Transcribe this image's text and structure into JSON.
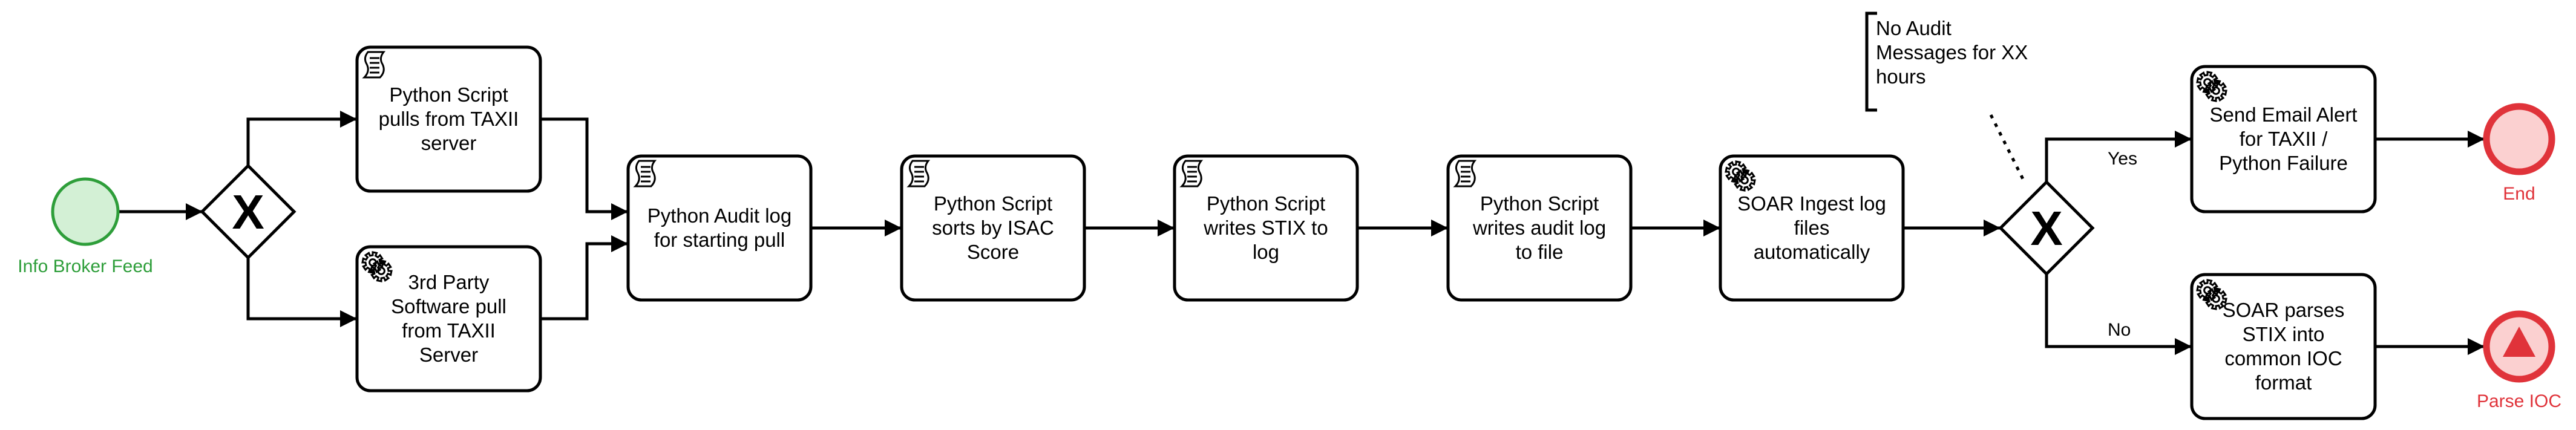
{
  "diagram": {
    "start_event": {
      "label": "Info Broker Feed",
      "color": "#2e9e3a",
      "fill": "#d3f0d5"
    },
    "end_event": {
      "label": "End",
      "color": "#e0333a",
      "fill": "#fbd0d0"
    },
    "parse_event": {
      "label": "Parse IOC",
      "color": "#e0333a",
      "fill": "#fbd0d0"
    },
    "tasks": {
      "t1": {
        "lines": [
          "Python Script",
          "pulls from TAXII",
          "server"
        ],
        "icon": "script-icon"
      },
      "t2": {
        "lines": [
          "3rd Party",
          "Software pull",
          "from TAXII",
          "Server"
        ],
        "icon": "gear-icon"
      },
      "t3": {
        "lines": [
          "Python Audit log",
          "for starting pull"
        ],
        "icon": "script-icon"
      },
      "t4": {
        "lines": [
          "Python Script",
          "sorts by ISAC",
          "Score"
        ],
        "icon": "script-icon"
      },
      "t5": {
        "lines": [
          "Python Script",
          "writes STIX to",
          "log"
        ],
        "icon": "script-icon"
      },
      "t6": {
        "lines": [
          "Python Script",
          "writes audit log",
          "to file"
        ],
        "icon": "script-icon"
      },
      "t7": {
        "lines": [
          "SOAR Ingest log",
          "files",
          "automatically"
        ],
        "icon": "gear-icon"
      },
      "t8": {
        "lines": [
          "Send Email Alert",
          "for TAXII /",
          "Python Failure"
        ],
        "icon": "gear-icon"
      },
      "t9": {
        "lines": [
          "SOAR parses",
          "STIX into",
          "common IOC",
          "format"
        ],
        "icon": "gear-icon"
      }
    },
    "annotation": {
      "lines": [
        "No Audit",
        "Messages for XX",
        "hours"
      ]
    },
    "edge_labels": {
      "yes": "Yes",
      "no": "No"
    },
    "gateway_symbol": "X"
  }
}
